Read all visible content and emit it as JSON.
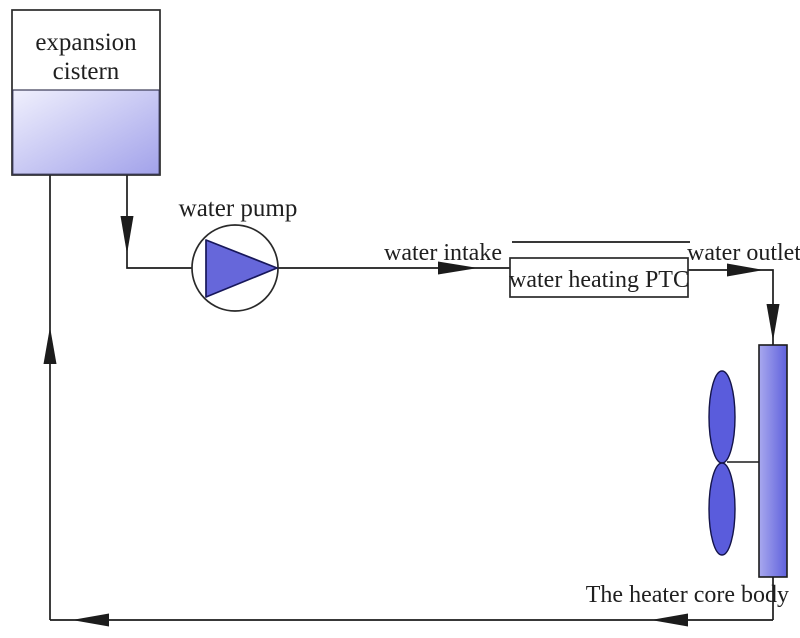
{
  "diagram": {
    "kind": "water-heating-circuit-schematic",
    "labels": {
      "expansion_cistern_line1": "expansion",
      "expansion_cistern_line2": "cistern",
      "water_pump": "water pump",
      "water_intake": "water intake",
      "water_heating_ptc": "water heating PTC",
      "water_outlet": "water outlet",
      "heater_core_body": "The heater core body"
    },
    "colors": {
      "background": "#ffffff",
      "line": "#1c1c1c",
      "text": "#1f1f1f",
      "component_border": "#2a2a2a",
      "pump_triangle_fill": "#6667da",
      "pump_triangle_stroke": "#17175a",
      "fan_blade_fill": "#5a5cdc",
      "fan_blade_stroke": "#14144a",
      "cistern_liquid_light": "#f0f0fd",
      "cistern_liquid_dark": "#a2a2ea",
      "core_body_light": "#a8a8ee",
      "core_body_dark": "#5f61dc"
    }
  }
}
